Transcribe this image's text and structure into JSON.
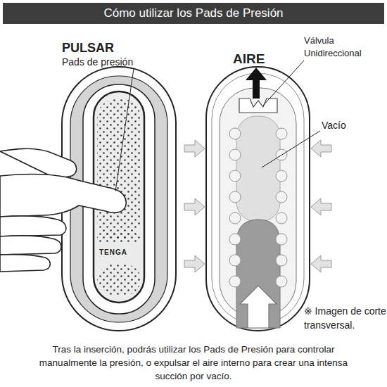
{
  "diagram": {
    "title": "Cómo utilizar los Pads de Presión",
    "caption": "Tras la inserción, podrás utilizar los Pads de Presión para controlar manualmente la presión, o expulsar el aire interno para crear una intensa succión por vacío.",
    "labels": [
      "PULSAR",
      "Pads de presión",
      "TENGA",
      "AIRE",
      "Válvula Unidireccional",
      "Vacío",
      "※ Imagen de corte transversal."
    ]
  }
}
